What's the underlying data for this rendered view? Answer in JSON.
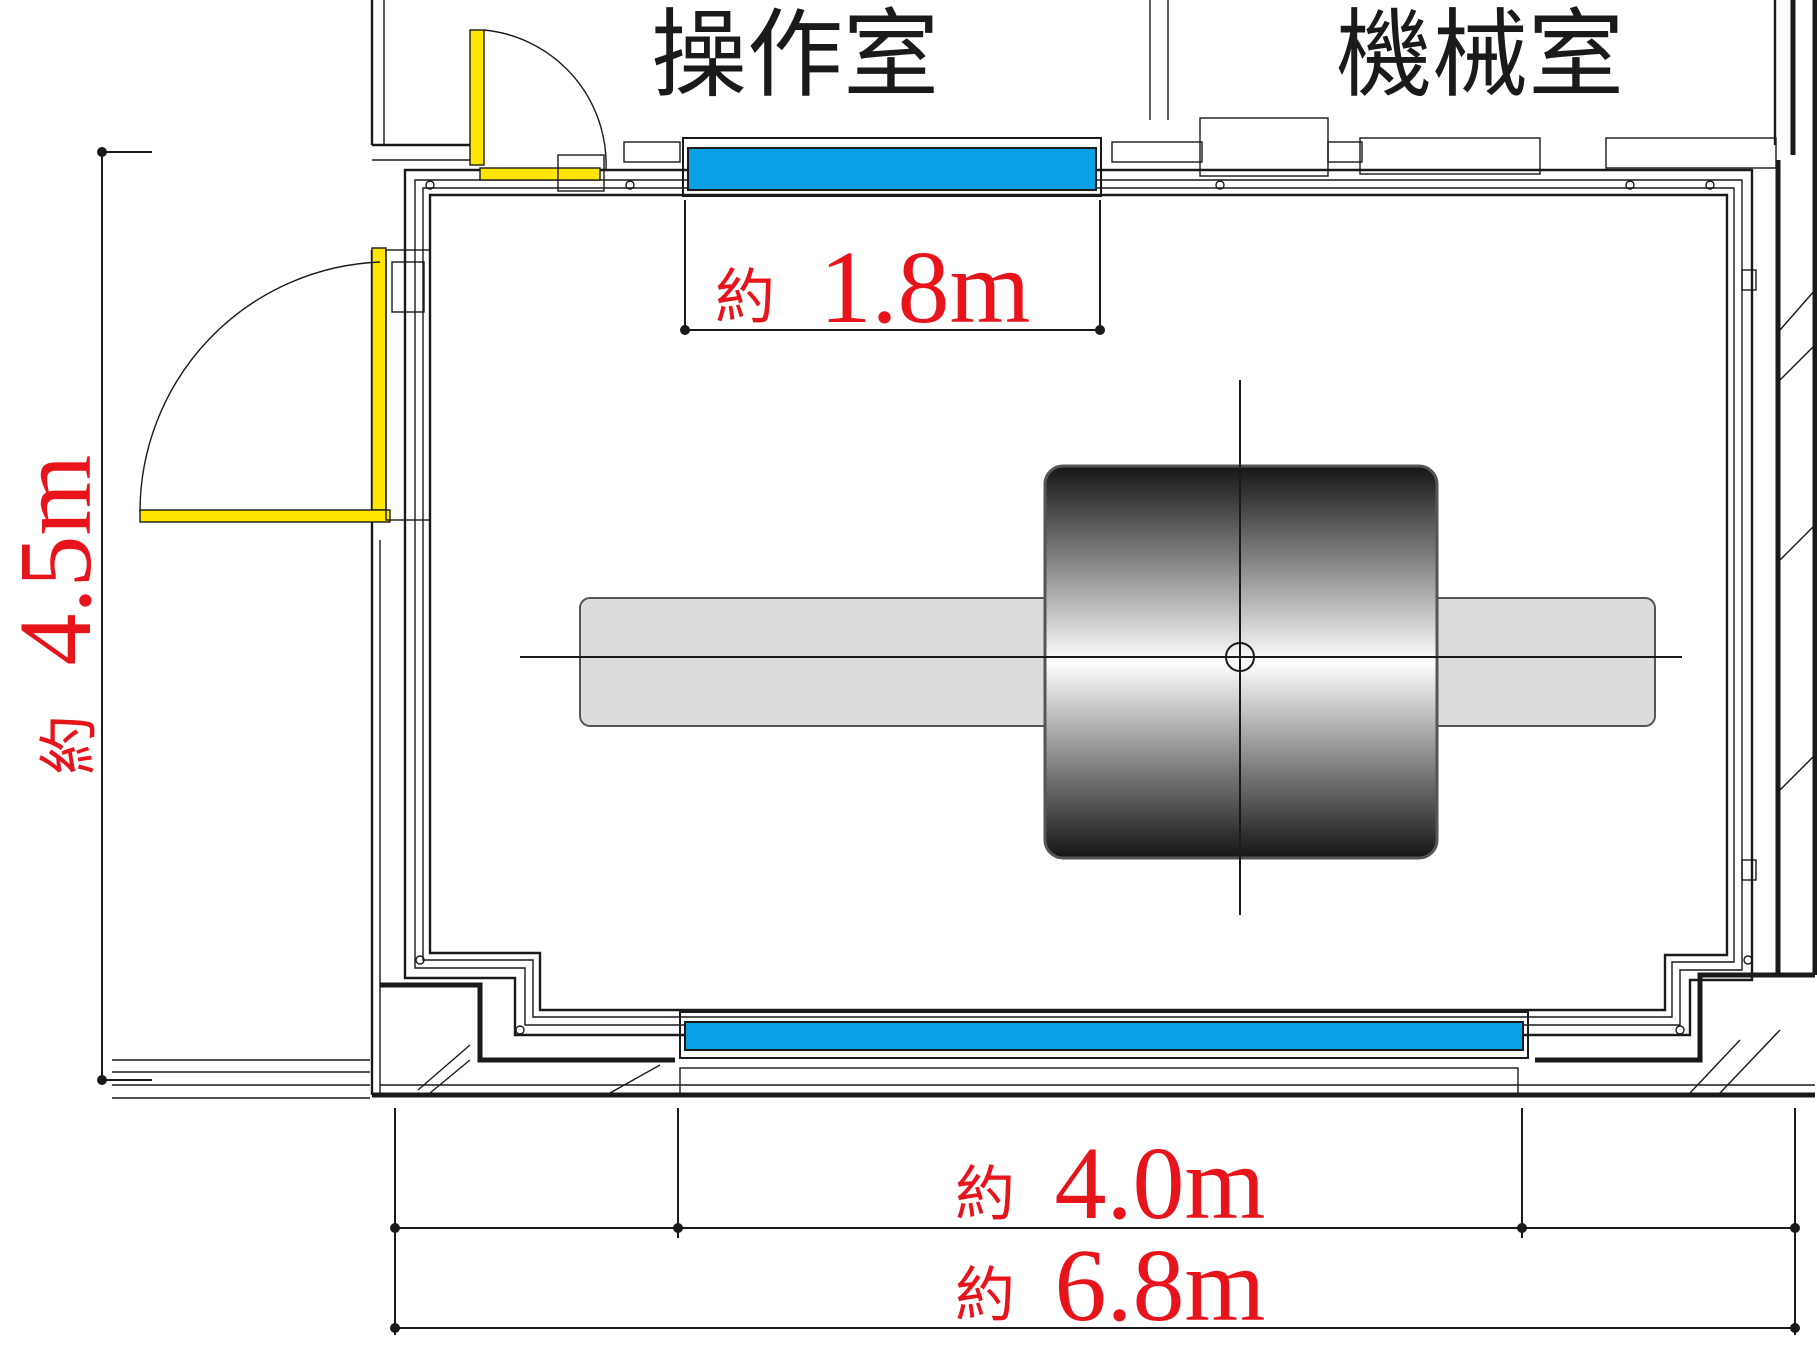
{
  "rooms": {
    "control_room": "操作室",
    "machine_room": "機械室"
  },
  "dimensions": {
    "prefix": "約",
    "window_width": "1.8m",
    "room_depth": "4.5m",
    "inner_width": "4.0m",
    "outer_width": "6.8m"
  },
  "colors": {
    "dimension_text": "#e8141c",
    "window_glass": "#0aa0e6",
    "door_leaf": "#ffe600",
    "lines": "#1a1a1a"
  }
}
